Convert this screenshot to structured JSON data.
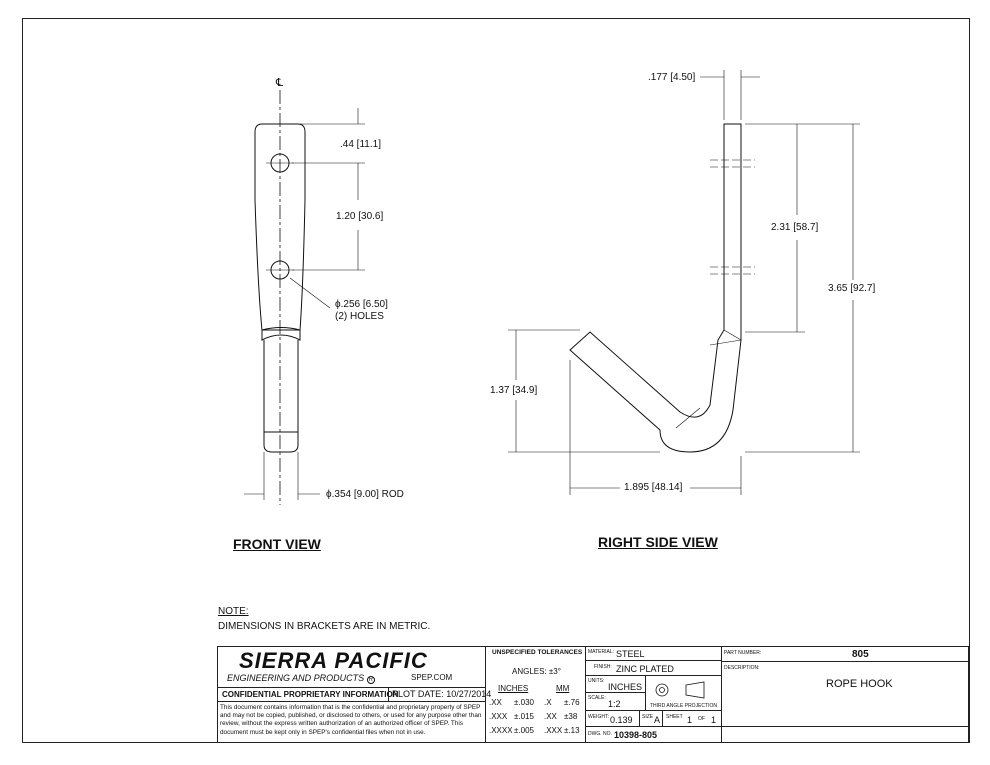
{
  "drawing": {
    "centerline_symbol": "℄",
    "front_view": {
      "label": "FRONT VIEW",
      "dim_top": ".44",
      "dim_top_metric": "11.1",
      "dim_spacing": "1.20",
      "dim_spacing_metric": "30.6",
      "hole_diameter": ".256",
      "hole_diameter_metric": "6.50",
      "hole_note": "(2) HOLES",
      "rod_diameter": ".354",
      "rod_diameter_metric": "9.00",
      "rod_label": "ROD",
      "diameter_symbol": "ϕ"
    },
    "side_view": {
      "label": "RIGHT SIDE VIEW",
      "dim_thickness": ".177",
      "dim_thickness_metric": "4.50",
      "dim_upper": "2.31",
      "dim_upper_metric": "58.7",
      "dim_overall_height": "3.65",
      "dim_overall_height_metric": "92.7",
      "dim_hook_height": "1.37",
      "dim_hook_height_metric": "34.9",
      "dim_width": "1.895",
      "dim_width_metric": "48.14"
    },
    "note_heading": "NOTE:",
    "note_text": "DIMENSIONS IN BRACKETS ARE IN METRIC."
  },
  "title_block": {
    "company": "SIERRA PACIFIC",
    "company_sub": "ENGINEERING AND PRODUCTS",
    "registered": "R",
    "website": "SPEP.COM",
    "confidential_heading": "CONFIDENTIAL PROPRIETARY INFORMATION",
    "plot_date_label": "PLOT DATE:",
    "plot_date": "10/27/2014",
    "confidential_text": "This document contains information that is the confidential and proprietary property of SPEP and may not be copied, published, or disclosed to others, or used for any purpose other than review, without the express written authorization of an authorized officer of SPEP. This document must be kept only in SPEP's confidential files when not in use.",
    "tolerances_heading": "UNSPECIFIED TOLERANCES",
    "angles": "ANGLES: ±3°",
    "inches_heading": "INCHES",
    "mm_heading": "MM",
    "tol_rows": [
      {
        "in_fmt": ".XX",
        "in_tol": "±.030",
        "mm_fmt": ".X",
        "mm_tol": "±.76"
      },
      {
        "in_fmt": ".XXX",
        "in_tol": "±.015",
        "mm_fmt": ".XX",
        "mm_tol": "±38"
      },
      {
        "in_fmt": ".XXXX",
        "in_tol": "±.005",
        "mm_fmt": ".XXX",
        "mm_tol": "±.13"
      }
    ],
    "material_label": "MATERIAL:",
    "material": "STEEL",
    "finish_label": "FINISH:",
    "finish": "ZINC PLATED",
    "units_label": "UNITS:",
    "units": "INCHES",
    "projection_label": "THIRD ANGLE PROJECTION",
    "scale_label": "SCALE:",
    "scale": "1:2",
    "weight_label": "WEIGHT:",
    "weight": "0.139",
    "size_label": "SIZE",
    "size": "A",
    "sheet_label": "SHEET",
    "sheet_num": "1",
    "of_label": "OF",
    "sheet_total": "1",
    "dwg_label": "DWG. NO.",
    "dwg_no": "10398-805",
    "part_number_label": "PART NUMBER:",
    "part_number": "805",
    "description_label": "DESCRIPTION:",
    "description": "ROPE HOOK"
  }
}
